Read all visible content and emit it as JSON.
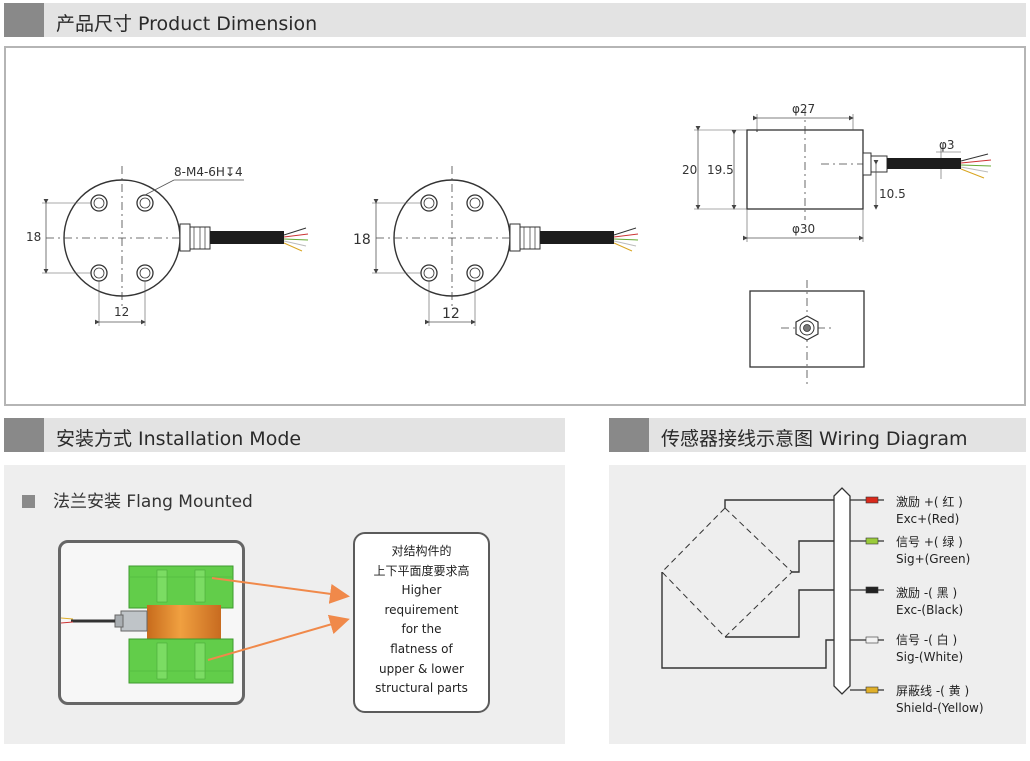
{
  "sections": {
    "dimension_title": "产品尺寸 Product Dimension",
    "installation_title": "安装方式 Installation Mode",
    "wiring_title": "传感器接线示意图 Wiring Diagram"
  },
  "dimension": {
    "hole_spec": "8-M4-6H↧4",
    "view1": {
      "height": "18",
      "spacing": "12"
    },
    "view2": {
      "height": "18",
      "spacing": "12"
    },
    "side": {
      "top_diameter": "φ27",
      "total_height": "20",
      "body_height": "19.5",
      "cable_diameter": "φ3",
      "cable_offset": "10.5",
      "bottom_diameter": "φ30"
    }
  },
  "installation": {
    "mode_label": "法兰安装 Flang Mounted",
    "note_lines": [
      "对结构件的",
      "上下平面度要求高",
      "Higher",
      "requirement",
      "for the",
      "flatness of",
      "upper & lower",
      "structural parts"
    ]
  },
  "wiring": {
    "wires": [
      {
        "cn": "激励 +( 红 )",
        "en": "Exc+(Red)",
        "color": "#d9291c"
      },
      {
        "cn": "信号 +( 绿 )",
        "en": "Sig+(Green)",
        "color": "#9acb3a"
      },
      {
        "cn": "激励 -( 黑 )",
        "en": "Exc-(Black)",
        "color": "#222222"
      },
      {
        "cn": "信号 -( 白 )",
        "en": "Sig-(White)",
        "color": "#f2f2f2"
      },
      {
        "cn": "屏蔽线 -( 黄 )",
        "en": "Shield-(Yellow)",
        "color": "#e0b02a"
      }
    ]
  },
  "colors": {
    "header_bg": "#e3e3e3",
    "header_accent": "#898989",
    "arrow": "#f0894a",
    "clamp_green": "#62cd4a",
    "sensor_orange": "#e68a2e"
  }
}
